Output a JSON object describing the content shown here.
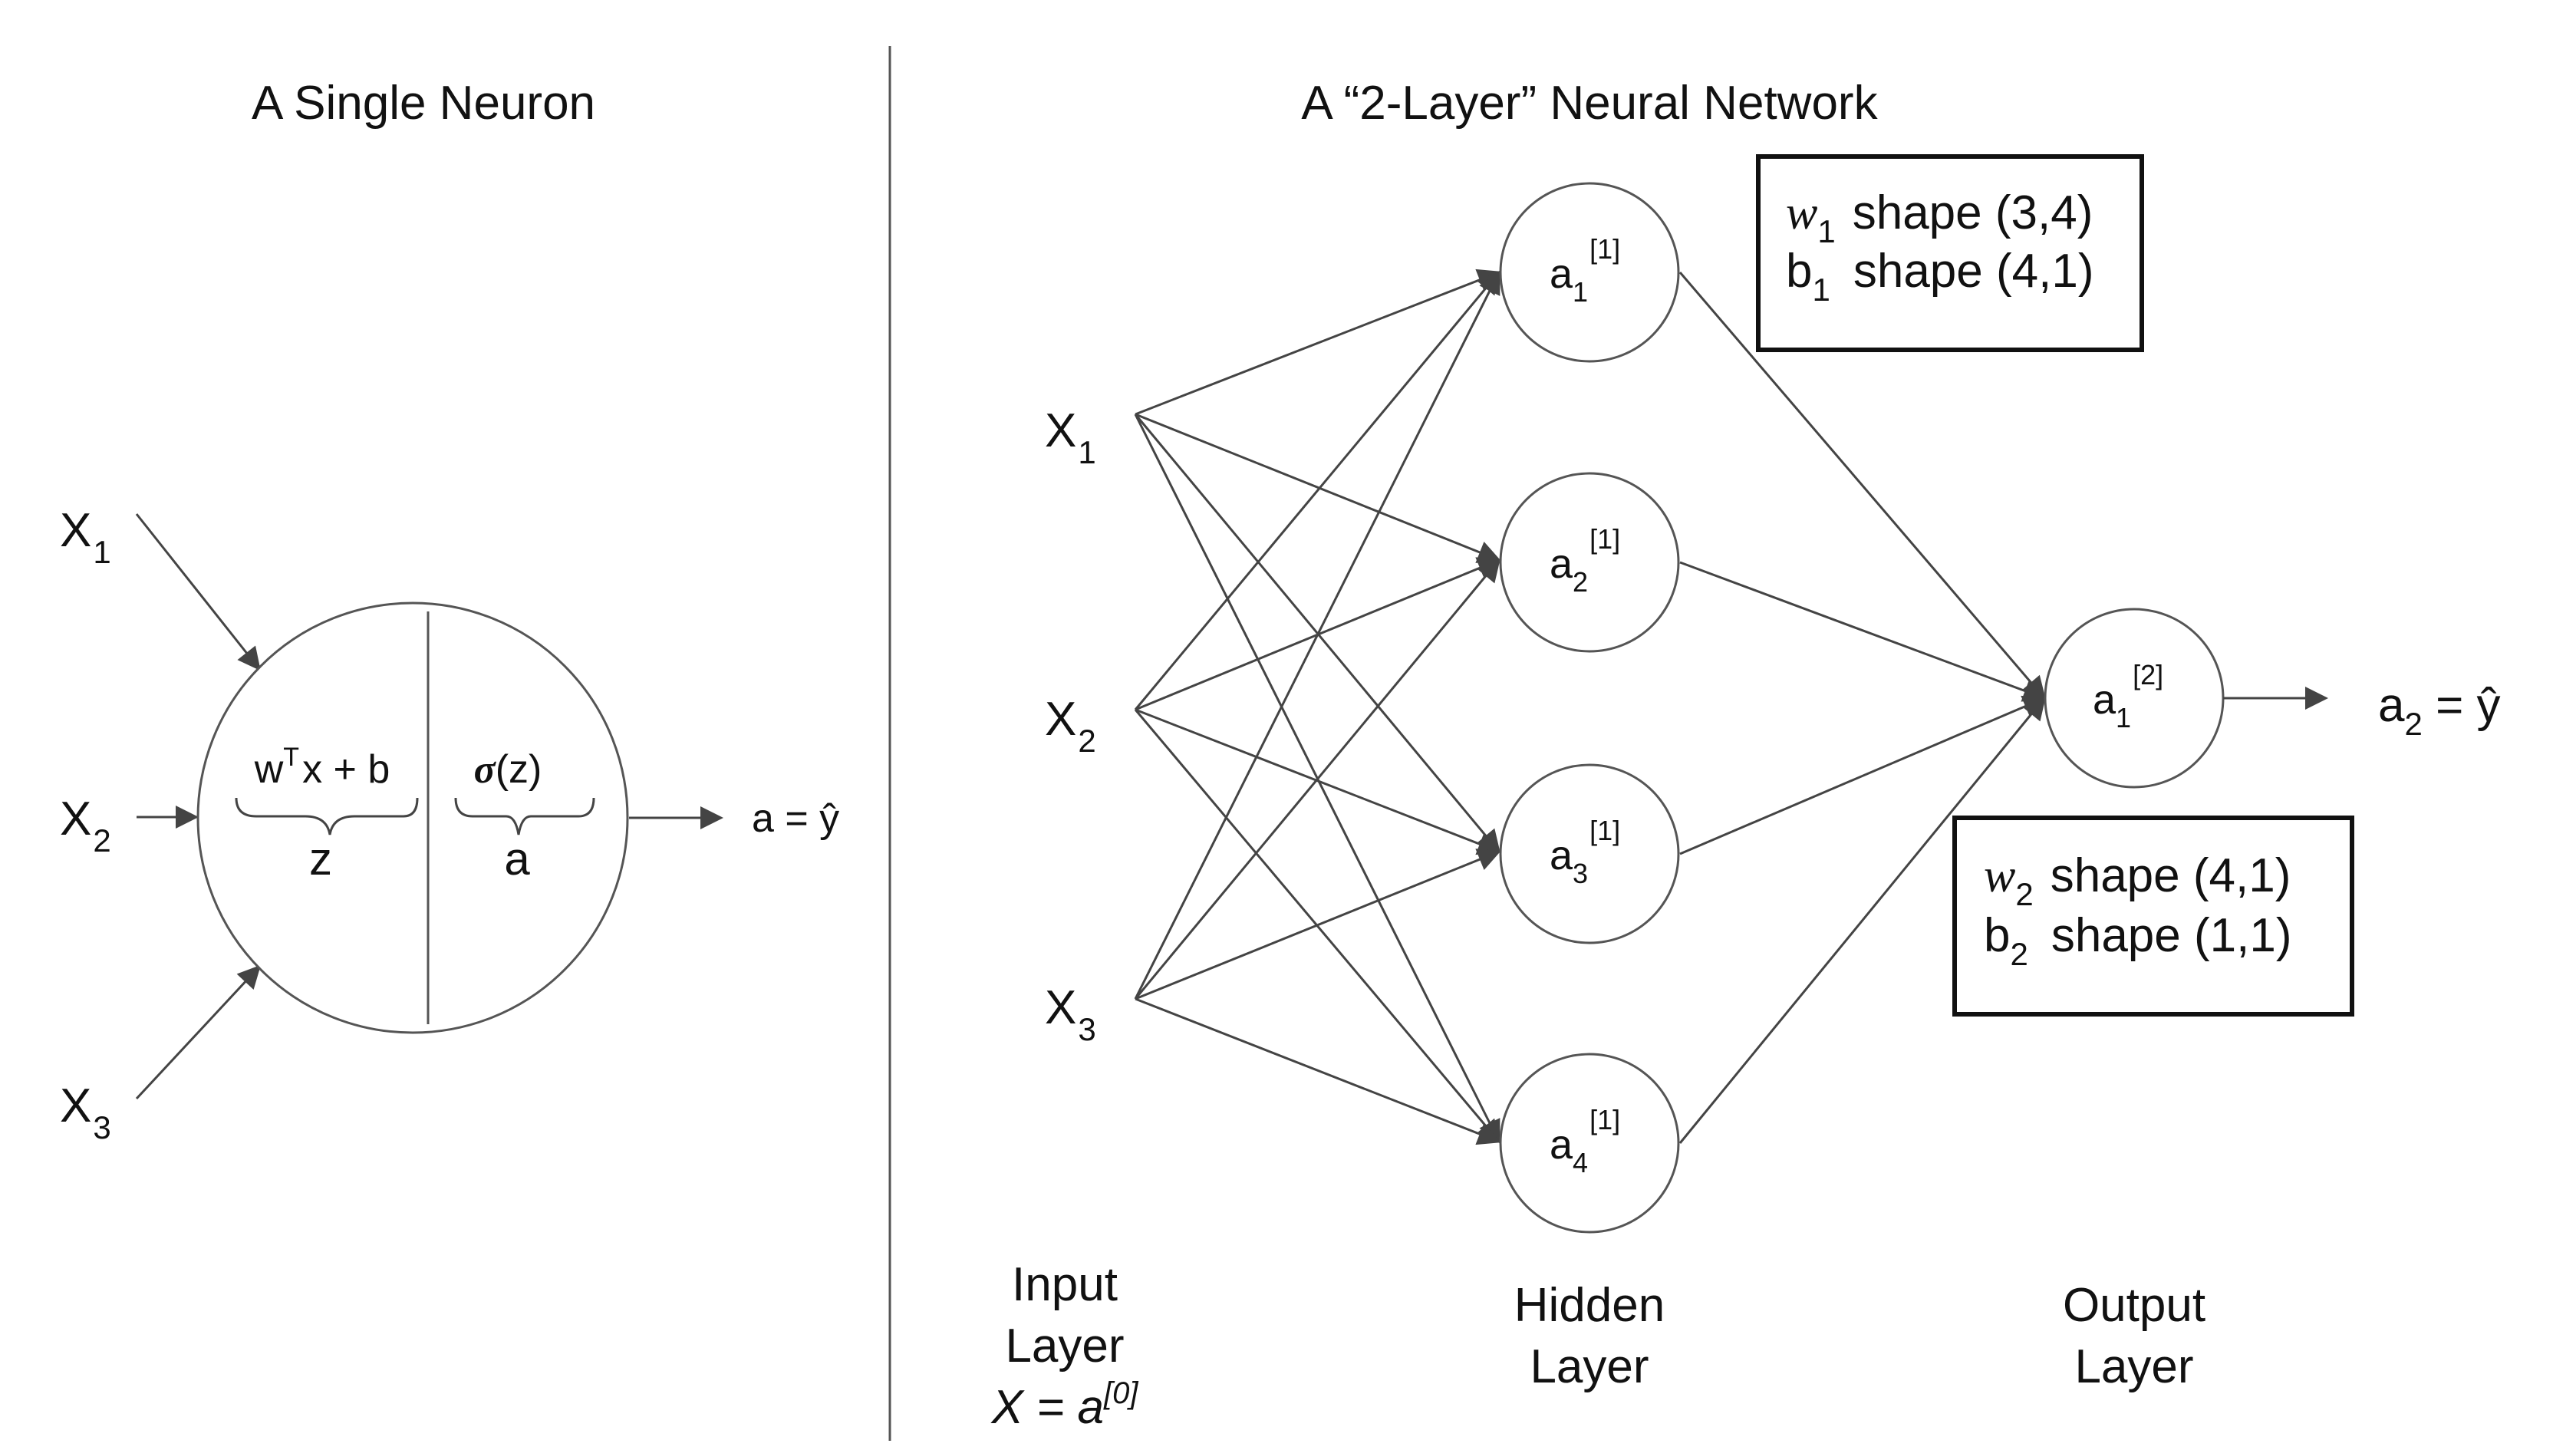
{
  "left_panel": {
    "title": "A Single Neuron",
    "inputs": [
      {
        "base": "X",
        "sub": "1"
      },
      {
        "base": "X",
        "sub": "2"
      },
      {
        "base": "X",
        "sub": "3"
      }
    ],
    "linear": {
      "w": "w",
      "sup": "T",
      "rest": "x + b",
      "label": "z"
    },
    "activation": {
      "sigma": "σ",
      "rest": "(z)",
      "label": "a"
    },
    "output": "a = ŷ"
  },
  "right_panel": {
    "title": "A “2-Layer” Neural Network",
    "inputs": [
      {
        "base": "X",
        "sub": "1"
      },
      {
        "base": "X",
        "sub": "2"
      },
      {
        "base": "X",
        "sub": "3"
      }
    ],
    "hidden": [
      {
        "base": "a",
        "sub": "1",
        "sup": "[1]"
      },
      {
        "base": "a",
        "sub": "2",
        "sup": "[1]"
      },
      {
        "base": "a",
        "sub": "3",
        "sup": "[1]"
      },
      {
        "base": "a",
        "sub": "4",
        "sup": "[1]"
      }
    ],
    "output_node": {
      "base": "a",
      "sub": "1",
      "sup": "[2]"
    },
    "output_text": {
      "base": "a",
      "sub": "2",
      "rest": " = ŷ"
    },
    "box1": {
      "line1": {
        "var": "w",
        "sub": "1",
        "text": "shape (3,4)"
      },
      "line2": {
        "var": "b",
        "sub": "1",
        "text": "shape (4,1)"
      }
    },
    "box2": {
      "line1": {
        "var": "w",
        "sub": "2",
        "text": "shape (4,1)"
      },
      "line2": {
        "var": "b",
        "sub": "2",
        "text": "shape (1,1)"
      }
    },
    "layer_labels": {
      "input": {
        "line1": "Input",
        "line2": "Layer",
        "line3_base": "X = a",
        "line3_sup": "[0]"
      },
      "hidden": {
        "line1": "Hidden",
        "line2": "Layer"
      },
      "output": {
        "line1": "Output",
        "line2": "Layer"
      }
    }
  }
}
